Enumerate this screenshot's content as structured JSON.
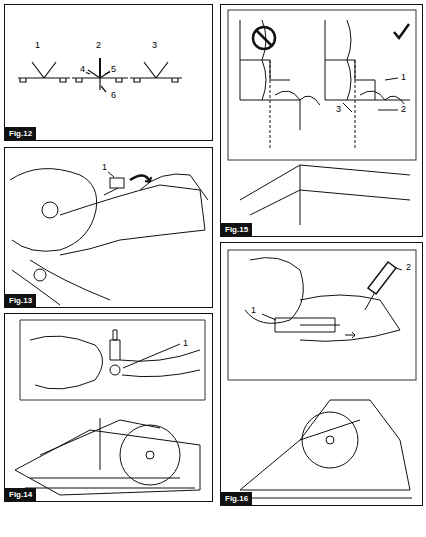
{
  "diagram": {
    "nodes": [
      {
        "text": [
          "Fig.12"
        ]
      },
      {
        "text": [
          "Fig.13"
        ]
      },
      {
        "text": [
          "Fig.14"
        ]
      },
      {
        "text": [
          "Fig.15"
        ]
      },
      {
        "text": [
          "Fig.16"
        ]
      }
    ],
    "edges": [],
    "labels": [
      "1",
      "2",
      "3",
      "4",
      "5",
      "6",
      "1",
      "1",
      "1",
      "2",
      "3",
      "2",
      "1"
    ]
  }
}
